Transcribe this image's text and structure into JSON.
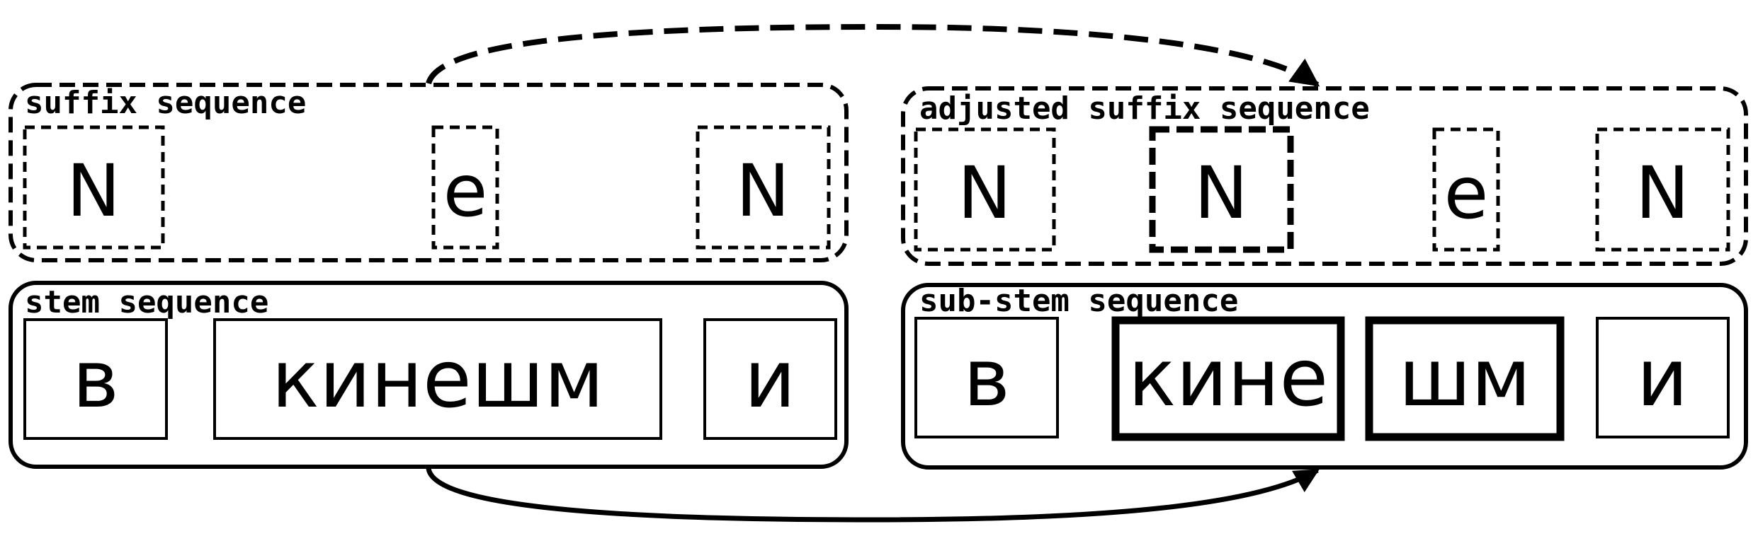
{
  "left": {
    "suffix_title": "suffix sequence",
    "suffix_cells": [
      "N",
      "e",
      "N"
    ],
    "stem_title": "stem sequence",
    "stem_cells": [
      "в",
      "кинешм",
      "и"
    ]
  },
  "right": {
    "suffix_title": "adjusted suffix sequence",
    "suffix_cells": [
      "N",
      "N",
      "e",
      "N"
    ],
    "stem_title": "sub-stem sequence",
    "stem_cells": [
      "в",
      "кине",
      "шм",
      "и"
    ]
  }
}
